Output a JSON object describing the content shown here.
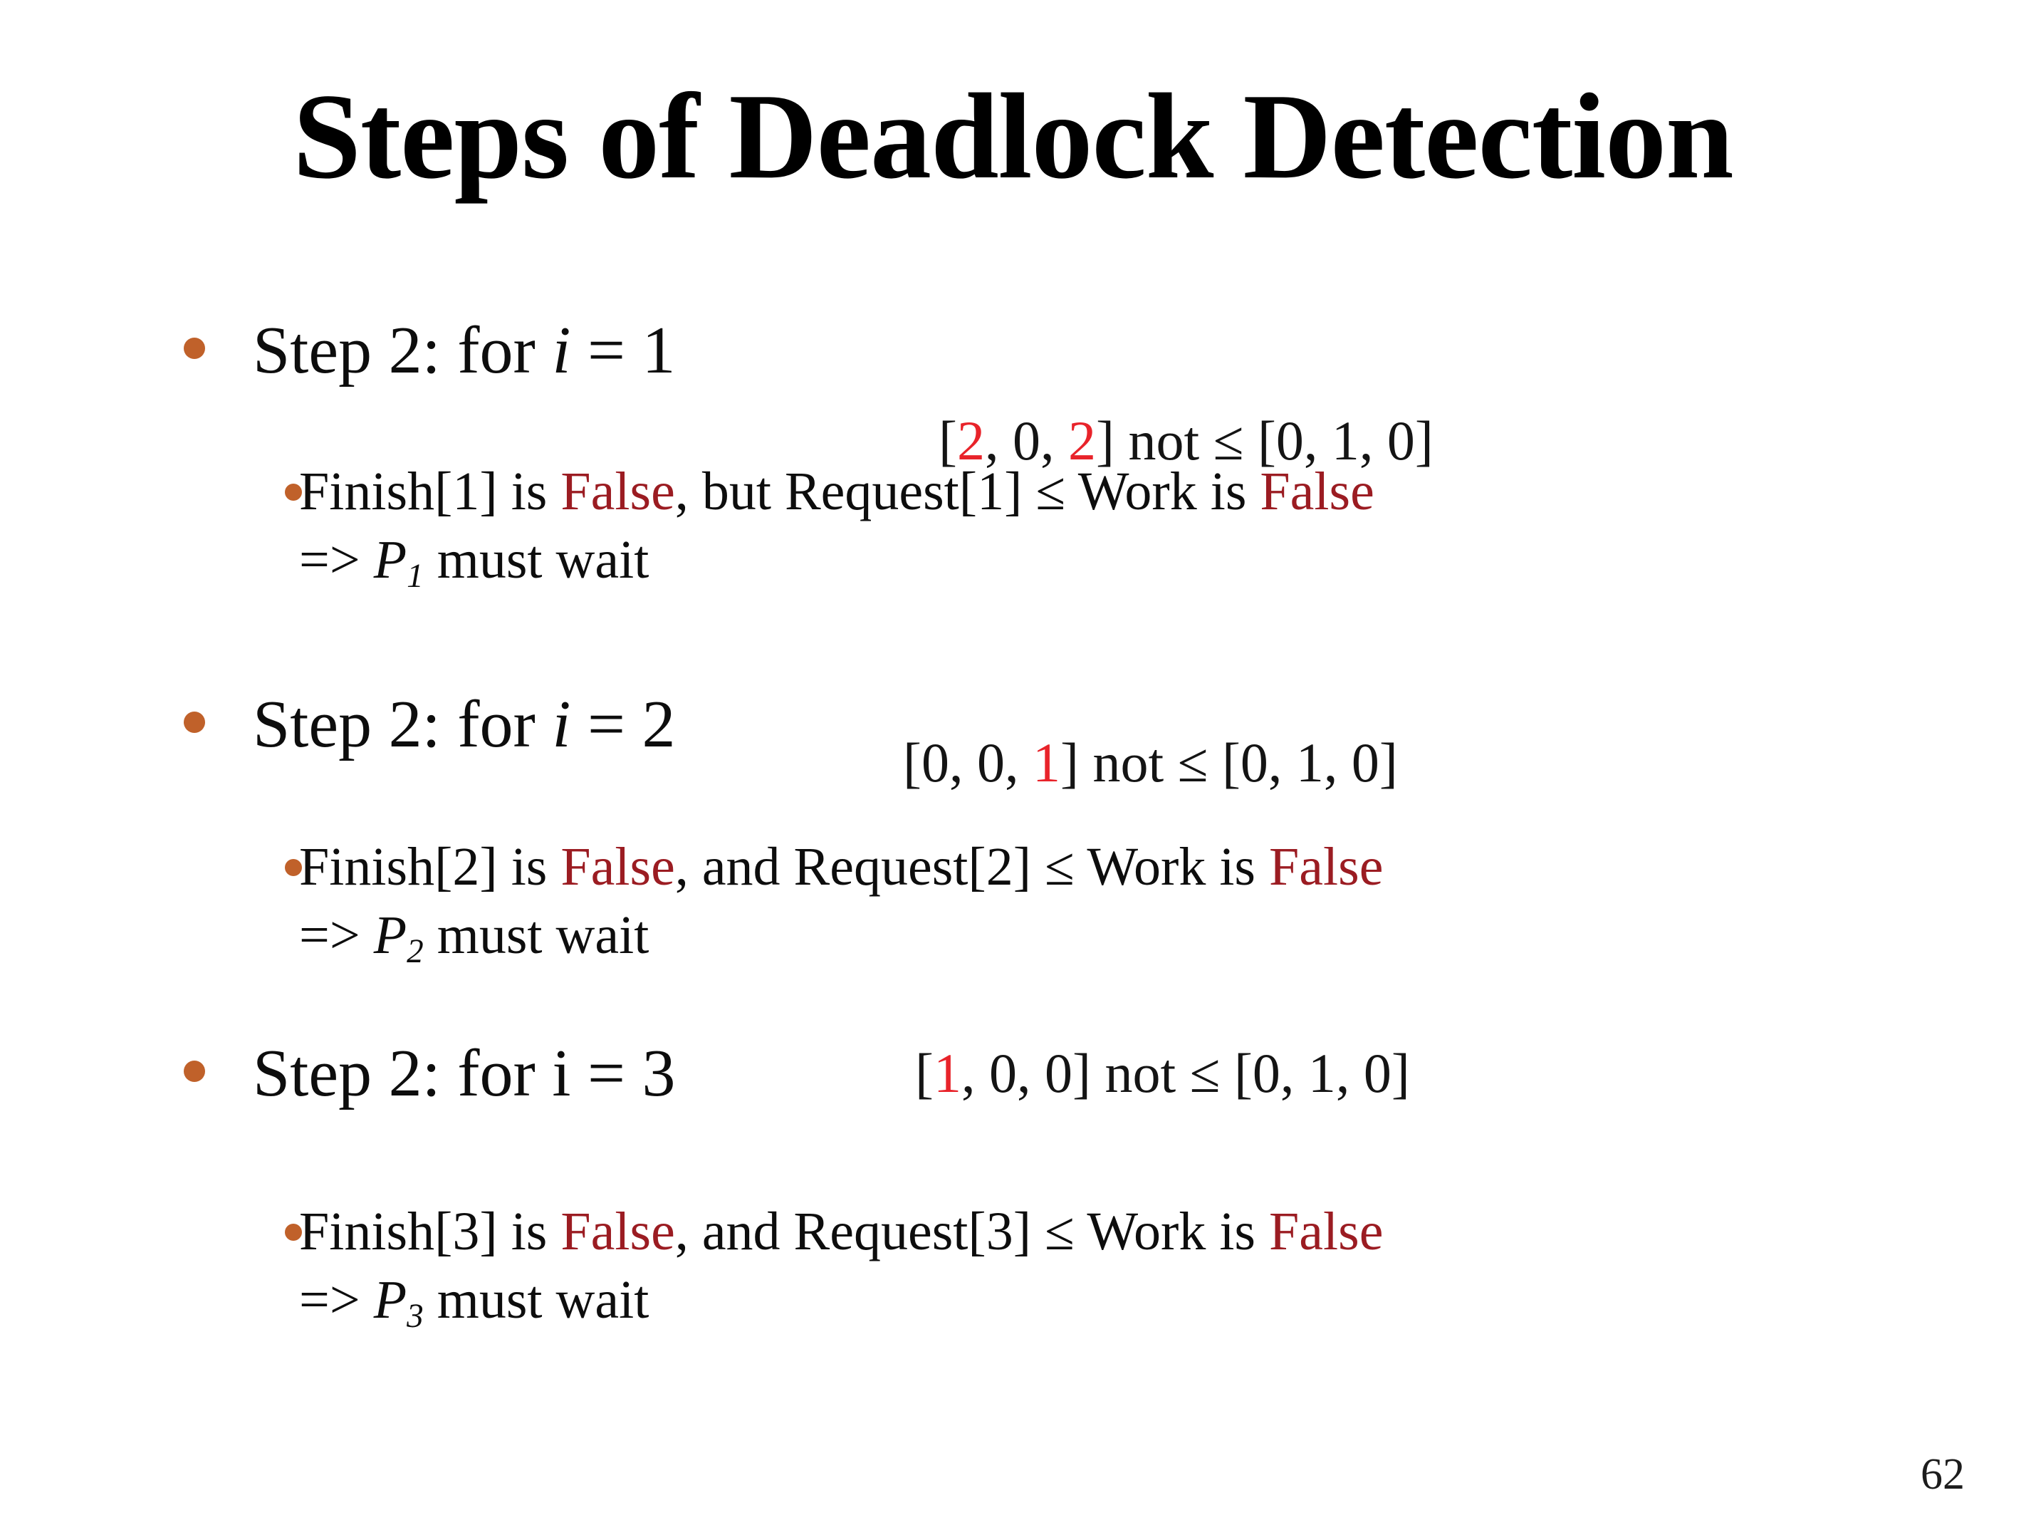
{
  "slide": {
    "title": "Steps of Deadlock Detection",
    "page_number": "62",
    "background_color": "#FFFFFF",
    "bullet_color": "#C0612A",
    "red_number_color": "#E8232A",
    "false_color": "#9B1C22",
    "text_color": "#0D0D0D"
  },
  "groups": [
    {
      "step_prefix": "Step 2: for ",
      "step_var": "i",
      "step_var_italic": true,
      "step_eq": " = ",
      "step_value": "1",
      "vector": {
        "open": "[",
        "a": "2",
        "a_red": true,
        "b": "0",
        "b_red": false,
        "c": "2",
        "c_red": true,
        "close": "]",
        "relation": " not ≤ ",
        "rhs": "[0, 1, 0]",
        "full": "[2, 0, 2] not ≤ [0, 1, 0]"
      },
      "detail": {
        "pre": "Finish[1] is ",
        "false1": "False",
        "mid": ", but Request[1] ≤ Work is ",
        "false2": "False",
        "full": "Finish[1] is False, but Request[1] ≤ Work is False"
      },
      "conclusion": {
        "arrow": "=> ",
        "process": "P",
        "index": "1",
        "tail": " must wait",
        "full": "=> P1 must wait"
      }
    },
    {
      "step_prefix": "Step 2: for ",
      "step_var": "i",
      "step_var_italic": true,
      "step_eq": " = ",
      "step_value": "2",
      "vector": {
        "open": "[",
        "a": "0",
        "a_red": false,
        "b": "0",
        "b_red": false,
        "c": "1",
        "c_red": true,
        "close": "]",
        "relation": " not ≤ ",
        "rhs": "[0, 1, 0]",
        "full": "[0, 0, 1] not ≤ [0, 1, 0]"
      },
      "detail": {
        "pre": "Finish[2] is ",
        "false1": "False",
        "mid": ", and Request[2] ≤ Work is ",
        "false2": "False",
        "full": "Finish[2] is False, and Request[2] ≤ Work is False"
      },
      "conclusion": {
        "arrow": "=> ",
        "process": "P",
        "index": "2",
        "tail": " must wait",
        "full": "=> P2 must wait"
      }
    },
    {
      "step_prefix": "Step 2: for ",
      "step_var": "i",
      "step_var_italic": false,
      "step_eq": " = ",
      "step_value": "3",
      "vector": {
        "open": "[",
        "a": "1",
        "a_red": true,
        "b": "0",
        "b_red": false,
        "c": "0",
        "c_red": false,
        "close": "]",
        "relation": " not ≤ ",
        "rhs": "[0, 1, 0]",
        "full": "[1, 0, 0] not ≤ [0, 1, 0]"
      },
      "detail": {
        "pre": "Finish[3] is ",
        "false1": "False",
        "mid": ", and Request[3] ≤ Work is ",
        "false2": "False",
        "full": "Finish[3] is False, and Request[3] ≤ Work is False"
      },
      "conclusion": {
        "arrow": "=> ",
        "process": "P",
        "index": "3",
        "tail": " must wait",
        "full": "=> P3 must wait"
      }
    }
  ]
}
